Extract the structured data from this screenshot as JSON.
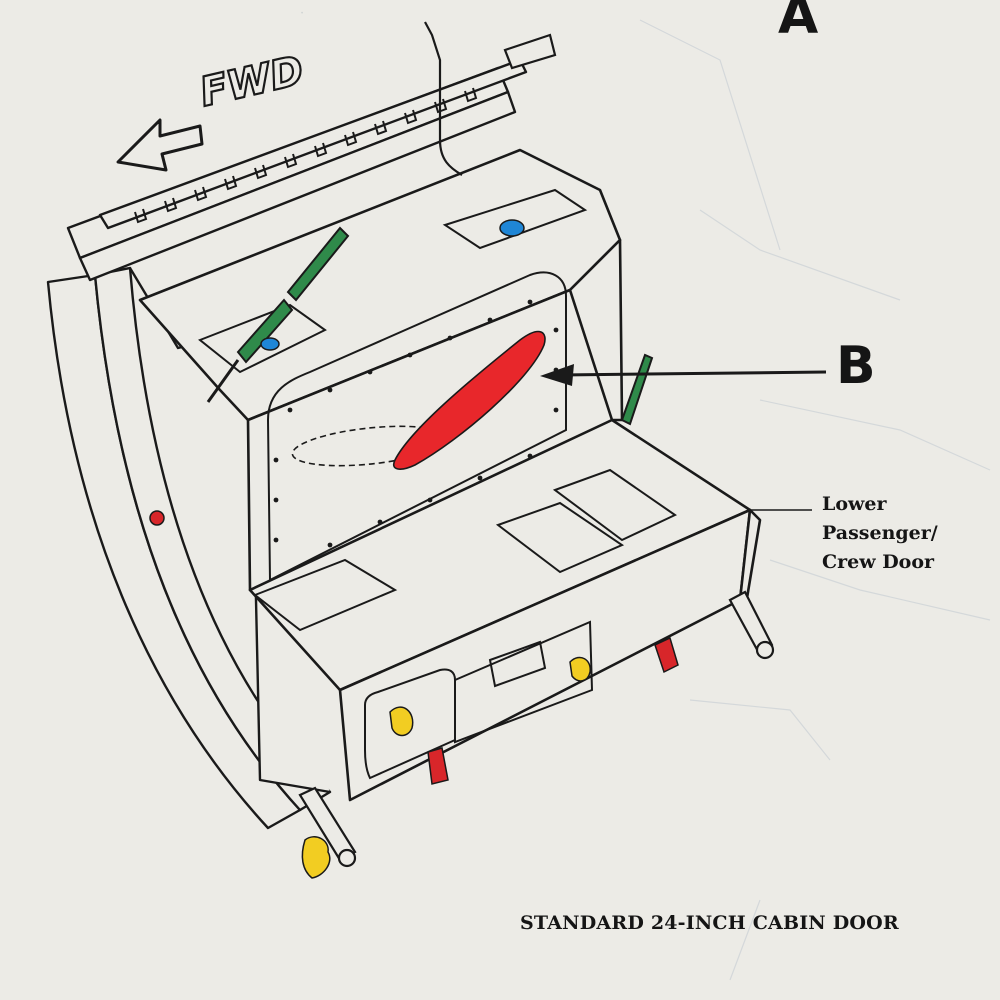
{
  "labels": {
    "detail_a": "A",
    "detail_b": "B",
    "direction": "FWD",
    "callout_line1": "Lower Passenger/",
    "callout_line2": "Crew Door",
    "caption": "STANDARD 24-INCH CABIN DOOR"
  },
  "colors": {
    "paper": "#ecebe6",
    "ink": "#1a1a1a",
    "handle_red": "#e8272b",
    "strut_green": "#2f8a4a",
    "plug_blue": "#1f86d6",
    "pin_yellow": "#f2cd22"
  }
}
